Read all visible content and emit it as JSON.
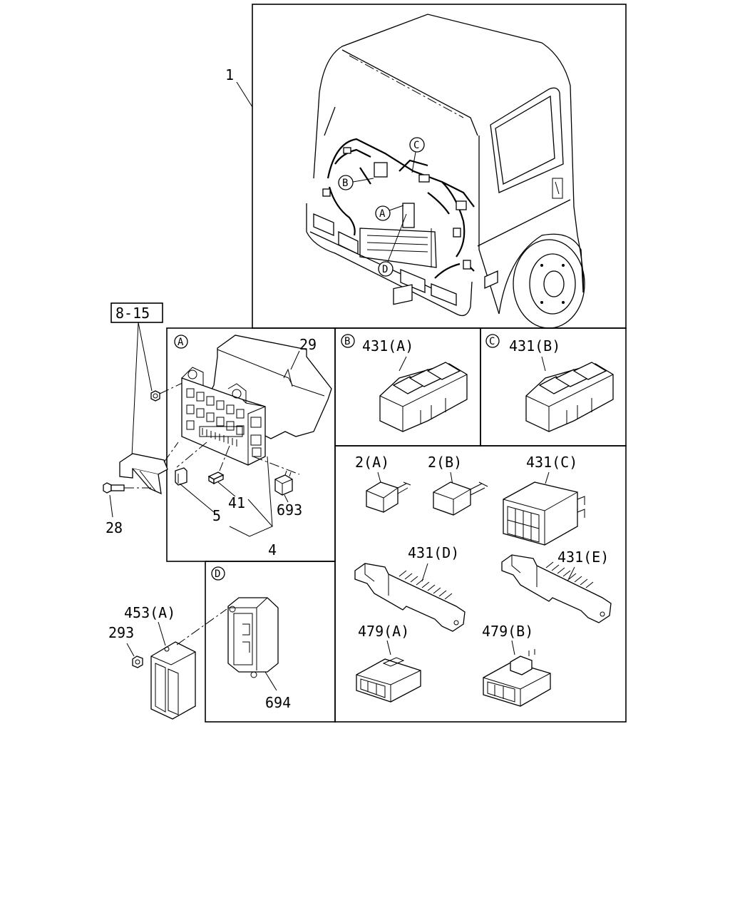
{
  "labels": {
    "harness": "1",
    "ref_box": "8-15",
    "bolt": "28",
    "cover": "29",
    "fuse_a": "2(A)",
    "fuse_b": "2(B)",
    "conn_431a": "431(A)",
    "conn_431b": "431(B)",
    "conn_431c": "431(C)",
    "conn_431d": "431(D)",
    "conn_431e": "431(E)",
    "conn_479a": "479(A)",
    "conn_479b": "479(B)",
    "part_453a": "453(A)",
    "nut_293": "293",
    "module_694": "694",
    "relay_693": "693",
    "part_41": "41",
    "part_5": "5",
    "part_4": "4"
  },
  "callouts": {
    "a": "A",
    "b": "B",
    "c": "C",
    "d": "D"
  }
}
